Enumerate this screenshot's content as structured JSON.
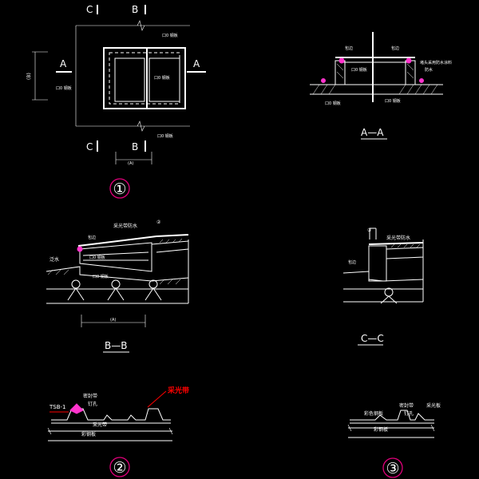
{
  "view_labels": {
    "plan": {
      "section_c_top": "C",
      "section_b_top": "B",
      "section_a_left": "A",
      "section_a_right": "A",
      "section_c_bottom": "C",
      "section_b_bottom": "B",
      "dim_vertical": "(B)",
      "dim_bottom": "(A)",
      "note_top": "口0 钢板",
      "note_right": "口0 钢板",
      "note_left": "口0 钢板",
      "note_bottom": "口0 钢板"
    },
    "section_aa": {
      "title": "A—A",
      "note_a": "包边",
      "note_b": "包边",
      "note_c": "堵头采用防水涂料",
      "note_d": "防水",
      "note_e": "口0 钢板",
      "note_f": "口0 钢板",
      "note_g": "口0 钢板"
    },
    "section_bb": {
      "title": "B—B",
      "note_top": "采光带防水",
      "note_mark": "②",
      "note_edge": "包边",
      "note_left": "泛水",
      "note_mid": "口0 钢板",
      "note_low": "口0 钢板",
      "dim_bottom": "(A)"
    },
    "section_cc": {
      "title": "C—C",
      "note_top": "采光带防水",
      "note_mark": "③",
      "note_left": "包边"
    },
    "detail_2": {
      "note_red": "采光带",
      "note_tsb": "TSB-1",
      "note_a": "密封带",
      "note_b": "钉孔",
      "note_c": "采光带",
      "note_d": "彩钢板"
    },
    "detail_3": {
      "note_a": "密封带",
      "note_b": "彩色钢板",
      "note_c": "钉孔",
      "note_d": "采光板",
      "note_e": "彩钢板"
    }
  },
  "detail_numbers": [
    "①",
    "②",
    "③"
  ]
}
